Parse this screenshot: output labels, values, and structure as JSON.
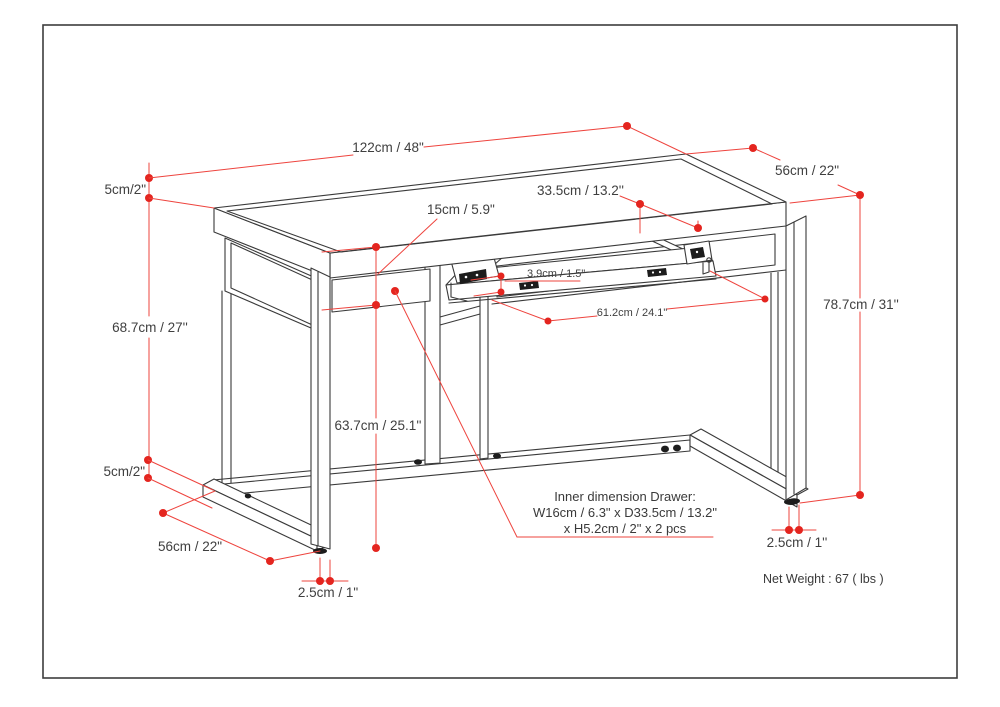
{
  "diagram": {
    "kind": "furniture dimension drawing",
    "subject": "desk with pull-out keyboard tray, two drawers and sled-style metal base"
  },
  "labels": {
    "top_width": "122cm / 48\"",
    "top_depth": "56cm / 22\"",
    "top_thickness": "5cm/2\"",
    "side_height": "68.7cm / 27''",
    "base_thickness": "5cm/2\"",
    "base_depth": "56cm / 22\"",
    "leg_thickness_center": "2.5cm / 1\"",
    "knee_clearance": "63.7cm / 25.1''",
    "apron_height": "15cm / 5.9\"",
    "tray_depth": "33.5cm / 13.2''",
    "tray_thickness": "3.9cm / 1.5\"",
    "tray_width": "61.2cm / 24.1\"",
    "overall_height": "78.7cm / 31''",
    "leg_thickness_right": "2.5cm / 1''"
  },
  "note": {
    "line1": "Inner dimension Drawer:",
    "line2": "W16cm / 6.3\" x D33.5cm / 13.2\"",
    "line3": "x H5.2cm / 2\" x 2 pcs"
  },
  "net_weight": "Net Weight : 67 ( lbs )",
  "colors": {
    "dimension_red": "#ee443e",
    "line_art": "#3a3a3a",
    "text": "#3f3f3f",
    "background": "#ffffff"
  }
}
